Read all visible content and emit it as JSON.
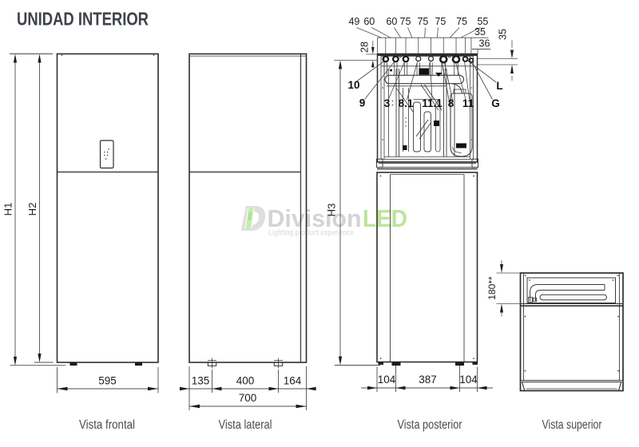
{
  "title": "UNIDAD INTERIOR",
  "watermark": {
    "brand_division": "Division",
    "brand_led": "LED",
    "tagline": "Lighting product experience",
    "logo": "divisionled-logo",
    "brand_green": "#8dc63f",
    "brand_gray": "#d4d4d4"
  },
  "views": {
    "front": {
      "label": "Vista frontal",
      "width": "595",
      "h1": "H1",
      "h2": "H2"
    },
    "side": {
      "label": "Vista lateral",
      "d1": "135",
      "d2": "400",
      "d3": "164",
      "total": "700"
    },
    "rear": {
      "label": "Vista posterior",
      "h3": "H3",
      "top_dims": [
        "49",
        "60",
        "60",
        "75",
        "75",
        "75",
        "75",
        "55"
      ],
      "d35": "35",
      "d36": "36",
      "v28": "28",
      "v35": "35",
      "bottom_dims": [
        "104",
        "387",
        "104"
      ],
      "ports": [
        "10",
        "9",
        "3",
        "8.1",
        "11.1",
        "8",
        "11",
        "L",
        "G"
      ]
    },
    "top": {
      "label": "Vista superior",
      "depth": "180**"
    }
  },
  "colors": {
    "line": "#2e2e2e",
    "dimension": "#4d4d4d",
    "title": "#3e4349",
    "background": "#ffffff"
  }
}
